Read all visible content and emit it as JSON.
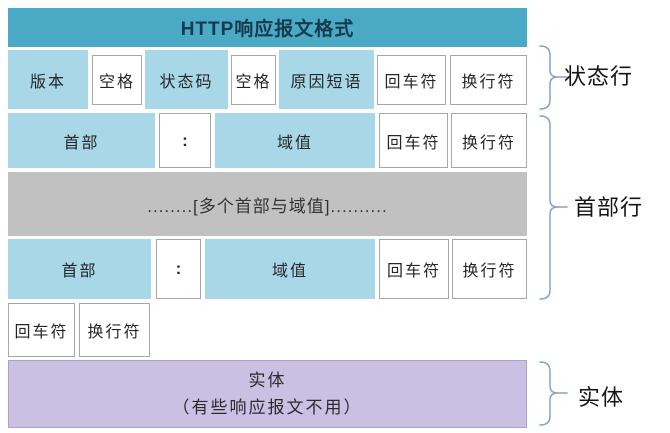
{
  "table": {
    "title": "HTTP响应报文格式",
    "status_row": {
      "version": "版本",
      "space1": "空格",
      "status_code": "状态码",
      "space2": "空格",
      "reason_phrase": "原因短语",
      "cr": "回车符",
      "lf": "换行符"
    },
    "header_row_1": {
      "header": "首部",
      "colon": ":",
      "value": "域值",
      "cr": "回车符",
      "lf": "换行符"
    },
    "more_headers": "........[多个首部与域值]..........",
    "header_row_2": {
      "header": "首部",
      "colon": ":",
      "value": "域值",
      "cr": "回车符",
      "lf": "换行符"
    },
    "blank_row": {
      "cr": "回车符",
      "lf": "换行符"
    },
    "entity": {
      "title": "实体",
      "note": "（有些响应报文不用）"
    }
  },
  "annotations": {
    "status_line": "状态行",
    "header_lines": "首部行",
    "entity_body": "实体"
  },
  "colors": {
    "header_bg": "#4AA9C4",
    "cell_blue": "#A8D8E8",
    "gray_row": "#C1C1C1",
    "entity_purple": "#C9C0E3",
    "cell_border": "#A6A6A6",
    "brace_blue": "#7EA4C9",
    "title_text": "#173A4E"
  }
}
